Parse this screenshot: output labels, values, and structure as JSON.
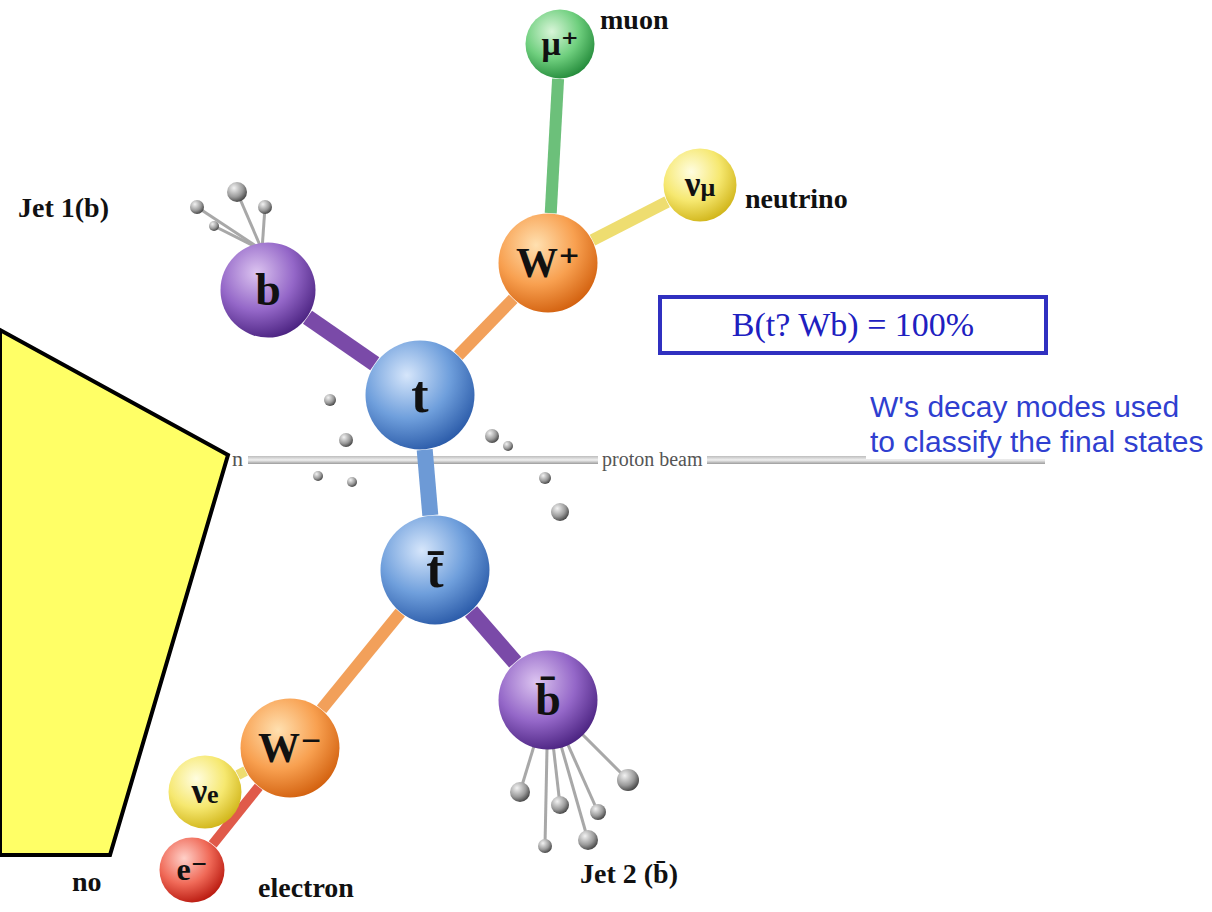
{
  "diagram": {
    "nodes": [
      {
        "text": [
          "μ⁺"
        ]
      },
      {
        "text": [
          "νμ"
        ]
      },
      {
        "text": [
          "b"
        ]
      },
      {
        "text": [
          "W⁺"
        ]
      },
      {
        "text": [
          "B(t? Wb) = 100%"
        ]
      },
      {
        "text": [
          "t"
        ]
      },
      {
        "text": [
          "t̄"
        ]
      },
      {
        "text": [
          "b̄"
        ]
      },
      {
        "text": [
          "W⁻"
        ]
      },
      {
        "text": [
          "νe"
        ]
      },
      {
        "text": [
          "e⁻"
        ]
      }
    ],
    "edges": [
      {
        "from": 5,
        "to": 6,
        "arrow": "none"
      },
      {
        "from": 5,
        "to": 2,
        "arrow": "none"
      },
      {
        "from": 5,
        "to": 3,
        "arrow": "none"
      },
      {
        "from": 3,
        "to": 0,
        "arrow": "none"
      },
      {
        "from": 3,
        "to": 1,
        "arrow": "none"
      },
      {
        "from": 6,
        "to": 8,
        "arrow": "none"
      },
      {
        "from": 6,
        "to": 7,
        "arrow": "none"
      },
      {
        "from": 8,
        "to": 9,
        "arrow": "none"
      },
      {
        "from": 8,
        "to": 10,
        "arrow": "none"
      }
    ],
    "labels": [
      "muon",
      "Jet 1(b)",
      "neutrino",
      "n",
      "proton beam",
      "W's decay modes used to classify the final states",
      "no",
      "electron",
      "Jet 2 (b̄)"
    ]
  }
}
